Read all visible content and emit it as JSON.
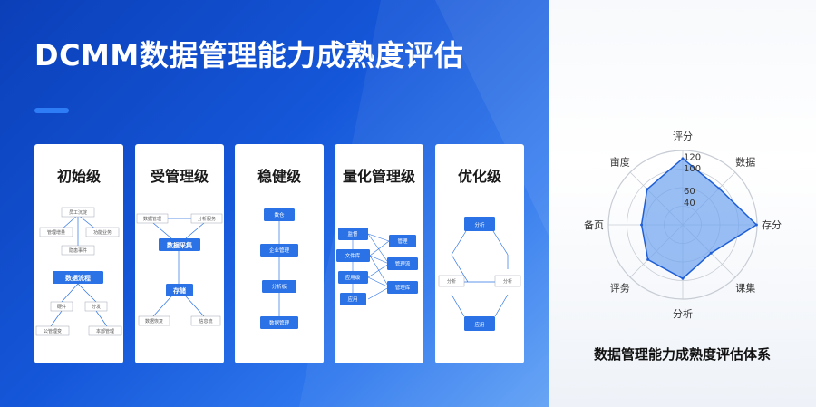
{
  "header": {
    "title": "DCMM数据管理能力成熟度评估"
  },
  "levels": [
    {
      "title": "初始级",
      "nodes": [
        "员工沉淀",
        "管理增量",
        "功能业务",
        "隐患事件",
        "数据流程",
        "硬件",
        "分发",
        "公管理变",
        "本部管理"
      ]
    },
    {
      "title": "受管理级",
      "nodes": [
        "数据管理",
        "分析服务",
        "数据采集",
        "存储",
        "数据恢复",
        "信息流"
      ]
    },
    {
      "title": "稳健级",
      "nodes": [
        "数仓",
        "企业管理",
        "分析板",
        "数据管理"
      ]
    },
    {
      "title": "量化管理级",
      "nodes": [
        "监督",
        "文件库",
        "应用级",
        "应用",
        "管理",
        "管理流",
        "管理库"
      ]
    },
    {
      "title": "优化级",
      "nodes": [
        "分析",
        "分析",
        "分析",
        "应用"
      ]
    }
  ],
  "radar": {
    "axes": [
      "评分",
      "数据",
      "存分",
      "课集",
      "分析",
      "评务",
      "备页",
      "亩度"
    ],
    "ticks": [
      "40",
      "60",
      "100",
      "120"
    ],
    "scale_max": 130,
    "values": [
      116,
      90,
      129,
      70,
      94,
      86,
      72,
      88
    ],
    "fill_color": "#6ea2f0",
    "stroke_color": "#1f5fd6"
  },
  "caption": "数据管理能力成熟度评估体系"
}
